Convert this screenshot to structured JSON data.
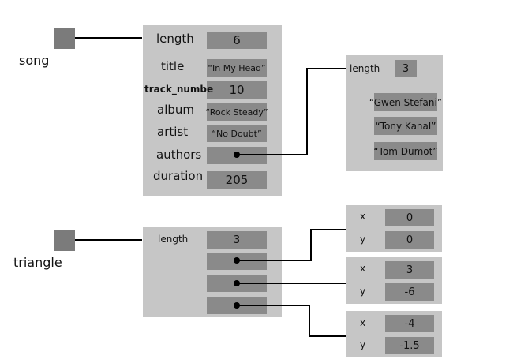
{
  "song": {
    "name": "song",
    "fields": [
      {
        "key": "length_label",
        "label": "length",
        "value": "6"
      },
      {
        "key": "title",
        "label": "title",
        "value": "“In My Head”"
      },
      {
        "key": "track",
        "label": "track_numbe",
        "value": "10"
      },
      {
        "key": "album",
        "label": "album",
        "value": "“Rock Steady”"
      },
      {
        "key": "artist",
        "label": "artist",
        "value": "“No Doubt”"
      },
      {
        "key": "authors",
        "label": "authors",
        "value": ""
      },
      {
        "key": "duration",
        "label": "duration",
        "value": "205"
      }
    ]
  },
  "authors_array": {
    "length_label": "length",
    "length_value": "3",
    "items": [
      "“Gwen Stefani”",
      "“Tony Kanal”",
      "“Tom Dumot”"
    ]
  },
  "triangle": {
    "name": "triangle",
    "length_label": "length",
    "length_value": "3"
  },
  "points": [
    {
      "x_label": "x",
      "x": "0",
      "y_label": "y",
      "y": "0"
    },
    {
      "x_label": "x",
      "x": "3",
      "y_label": "y",
      "y": "-6"
    },
    {
      "x_label": "x",
      "x": "-4",
      "y_label": "y",
      "y": "-1.5"
    }
  ]
}
